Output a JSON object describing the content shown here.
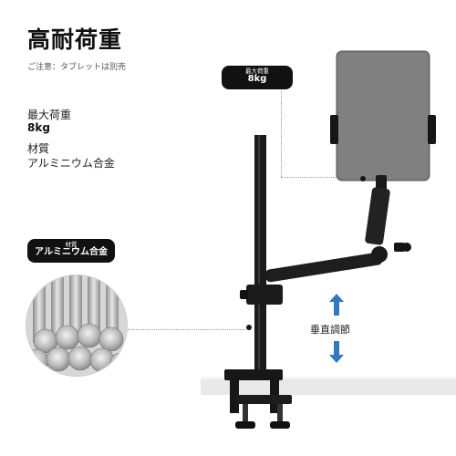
{
  "header": {
    "title": "高耐荷重",
    "note": "ご注意：タブレットは別売"
  },
  "specs": [
    {
      "label": "最大荷重",
      "value": "8kg"
    },
    {
      "label": "材質",
      "value": "アルミニウム合金"
    }
  ],
  "callouts": {
    "load": {
      "top": "最大荷重",
      "bottom": "8kg"
    },
    "material": {
      "top": "材質",
      "bottom": "アルミニウム合金"
    },
    "adjust": "垂直調節"
  },
  "colors": {
    "black": "#111111",
    "tablet": "#7a7a7a",
    "arrow": "#2f78c4"
  },
  "icons": [
    "arrow-up-icon",
    "arrow-down-icon"
  ]
}
